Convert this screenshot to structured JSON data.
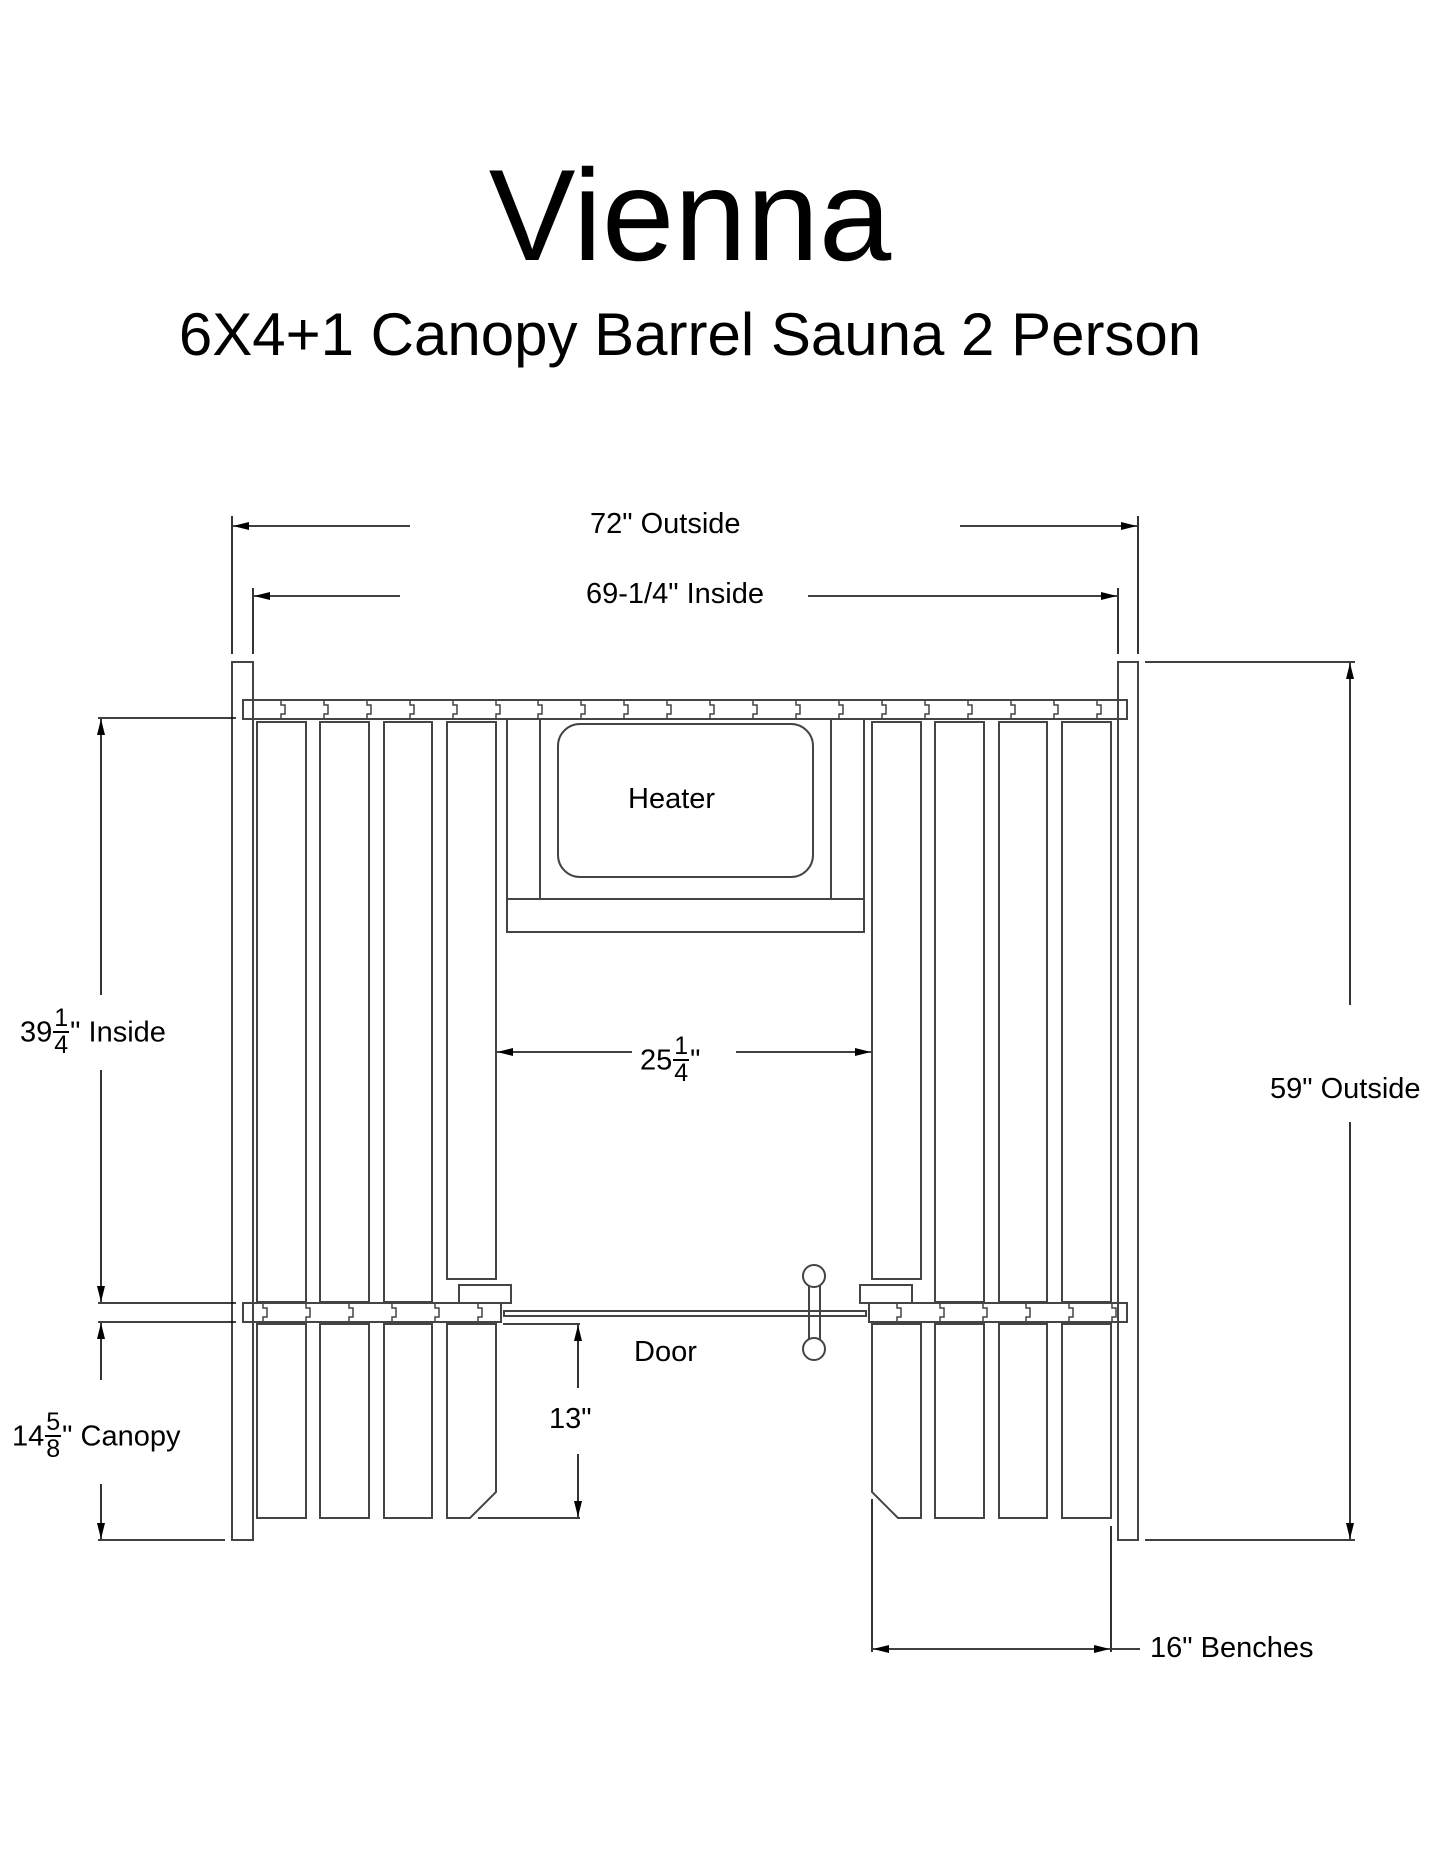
{
  "header": {
    "title": "Vienna",
    "subtitle": "6X4+1 Canopy Barrel Sauna 2 Person"
  },
  "dimensions": {
    "outside_width": "72\" Outside",
    "inside_width": "69-1/4\" Inside",
    "inside_depth": {
      "whole": "39",
      "num": "1",
      "den": "4",
      "suffix": "\" Inside"
    },
    "outside_depth": "59\" Outside",
    "center_aisle": {
      "whole": "25",
      "num": "1",
      "den": "4",
      "suffix": "\""
    },
    "canopy_depth": {
      "whole": "14",
      "num": "5",
      "den": "8",
      "suffix": "\" Canopy"
    },
    "canopy_bench_gap": "13\"",
    "bench_depth": "16\" Benches"
  },
  "labels": {
    "heater": "Heater",
    "door": "Door"
  },
  "colors": {
    "line": "#000000",
    "outline": "#444444",
    "background": "#ffffff"
  }
}
